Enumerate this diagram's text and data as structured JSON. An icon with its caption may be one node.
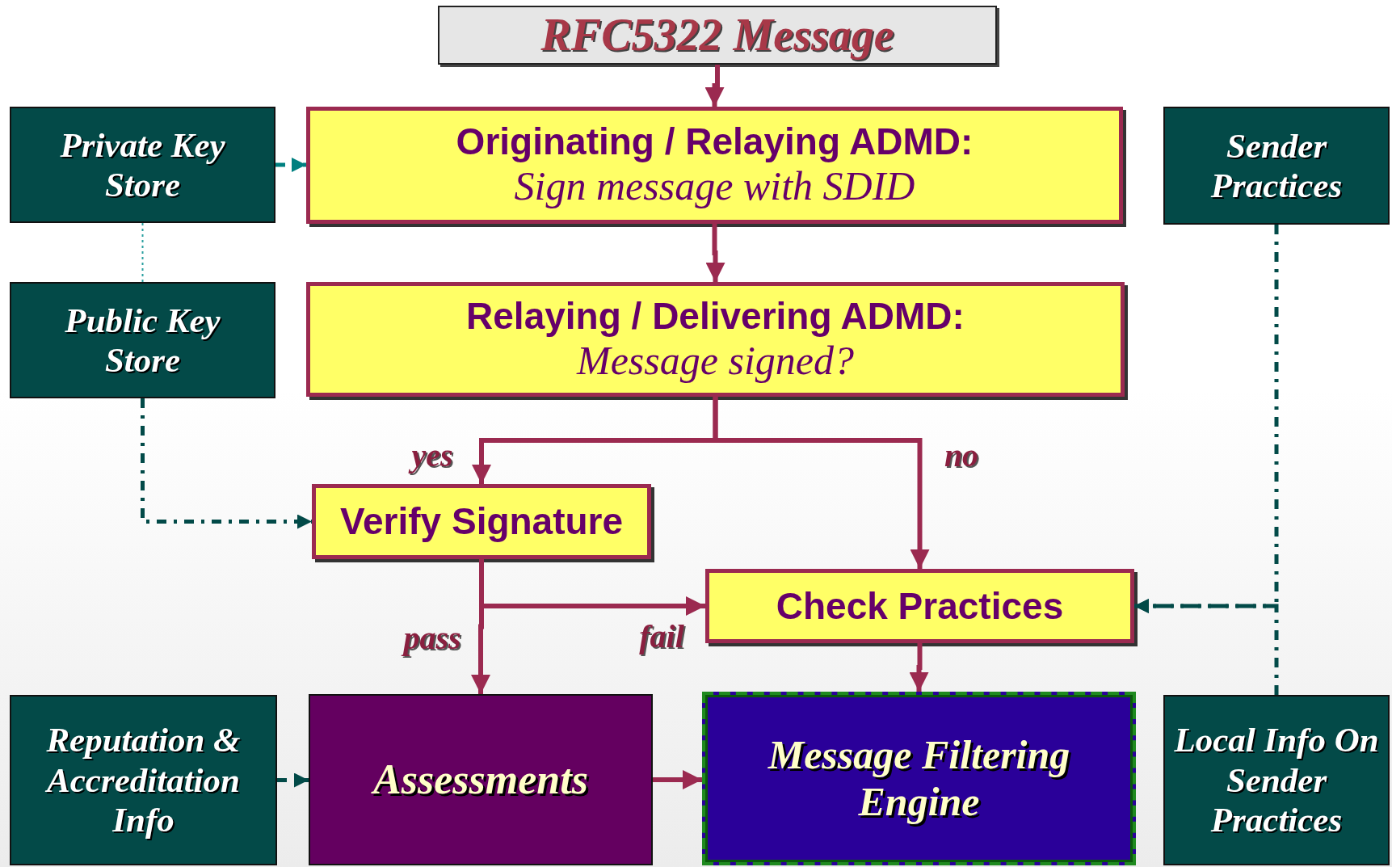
{
  "diagram": {
    "nodes": [
      {
        "text": [
          "RFC5322 Message"
        ]
      },
      {
        "text": [
          "Private Key Store"
        ]
      },
      {
        "text": [
          "Originating / Relaying ADMD:",
          "Sign message with SDID"
        ]
      },
      {
        "text": [
          "Sender Practices"
        ]
      },
      {
        "text": [
          "Public Key Store"
        ]
      },
      {
        "text": [
          "Relaying / Delivering ADMD:",
          "Message signed?"
        ]
      },
      {
        "text": [
          "Verify Signature"
        ]
      },
      {
        "text": [
          "Check Practices"
        ]
      },
      {
        "text": [
          "Reputation & Accreditation Info"
        ]
      },
      {
        "text": [
          "Assessments"
        ]
      },
      {
        "text": [
          "Message Filtering Engine"
        ]
      },
      {
        "text": [
          "Local Info On Sender Practices"
        ]
      }
    ],
    "edges": [
      {
        "from": 0,
        "to": 2,
        "arrow": "to"
      },
      {
        "from": 1,
        "to": 2,
        "arrow": "to",
        "style": "dashed",
        "color": "#008080"
      },
      {
        "from": 1,
        "to": 4,
        "arrow": "none",
        "style": "dashed",
        "color": "#2aa0a0"
      },
      {
        "from": 2,
        "to": 5,
        "arrow": "to"
      },
      {
        "from": 5,
        "to": 6,
        "arrow": "to",
        "label": "yes"
      },
      {
        "from": 5,
        "to": 7,
        "arrow": "to",
        "label": "no"
      },
      {
        "from": 4,
        "to": 6,
        "arrow": "to",
        "style": "dashed",
        "color": "#024a48"
      },
      {
        "from": 6,
        "to": 9,
        "arrow": "to",
        "label": "pass"
      },
      {
        "from": 6,
        "to": 7,
        "arrow": "to",
        "label": "fail"
      },
      {
        "from": 3,
        "to": 7,
        "arrow": "to",
        "style": "dashed",
        "color": "#024a48"
      },
      {
        "from": 11,
        "to": 7,
        "arrow": "to",
        "style": "dashed",
        "color": "#024a48"
      },
      {
        "from": 7,
        "to": 10,
        "arrow": "to"
      },
      {
        "from": 8,
        "to": 9,
        "arrow": "to",
        "style": "dashed",
        "color": "#024a48"
      },
      {
        "from": 9,
        "to": 10,
        "arrow": "to"
      }
    ]
  }
}
